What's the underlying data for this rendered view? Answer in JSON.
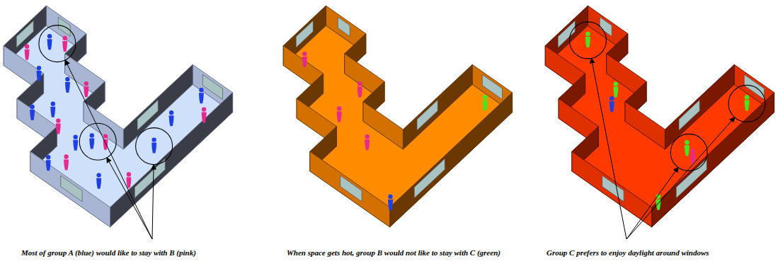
{
  "diagram": {
    "labels": [
      "Most of group A (blue) would like to stay with B (pink)",
      "When space gets hot, group B would not like to stay with C (green)",
      "Group C prefers to enjoy daylight around windows"
    ]
  }
}
